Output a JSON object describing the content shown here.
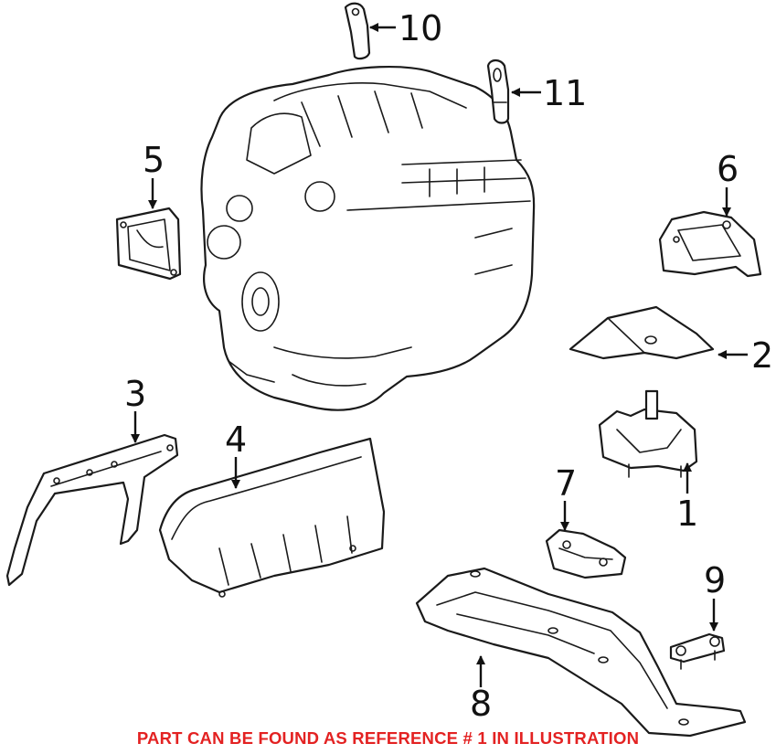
{
  "diagram": {
    "callouts": [
      {
        "id": "1",
        "label": "1"
      },
      {
        "id": "2",
        "label": "2"
      },
      {
        "id": "3",
        "label": "3"
      },
      {
        "id": "4",
        "label": "4"
      },
      {
        "id": "5",
        "label": "5"
      },
      {
        "id": "6",
        "label": "6"
      },
      {
        "id": "7",
        "label": "7"
      },
      {
        "id": "8",
        "label": "8"
      },
      {
        "id": "9",
        "label": "9"
      },
      {
        "id": "10",
        "label": "10"
      },
      {
        "id": "11",
        "label": "11"
      }
    ],
    "note": "PART CAN BE FOUND AS REFERENCE # 1 IN ILLUSTRATION",
    "colors": {
      "note": "#e32222",
      "line": "#1a1a1a",
      "background": "#ffffff"
    }
  }
}
